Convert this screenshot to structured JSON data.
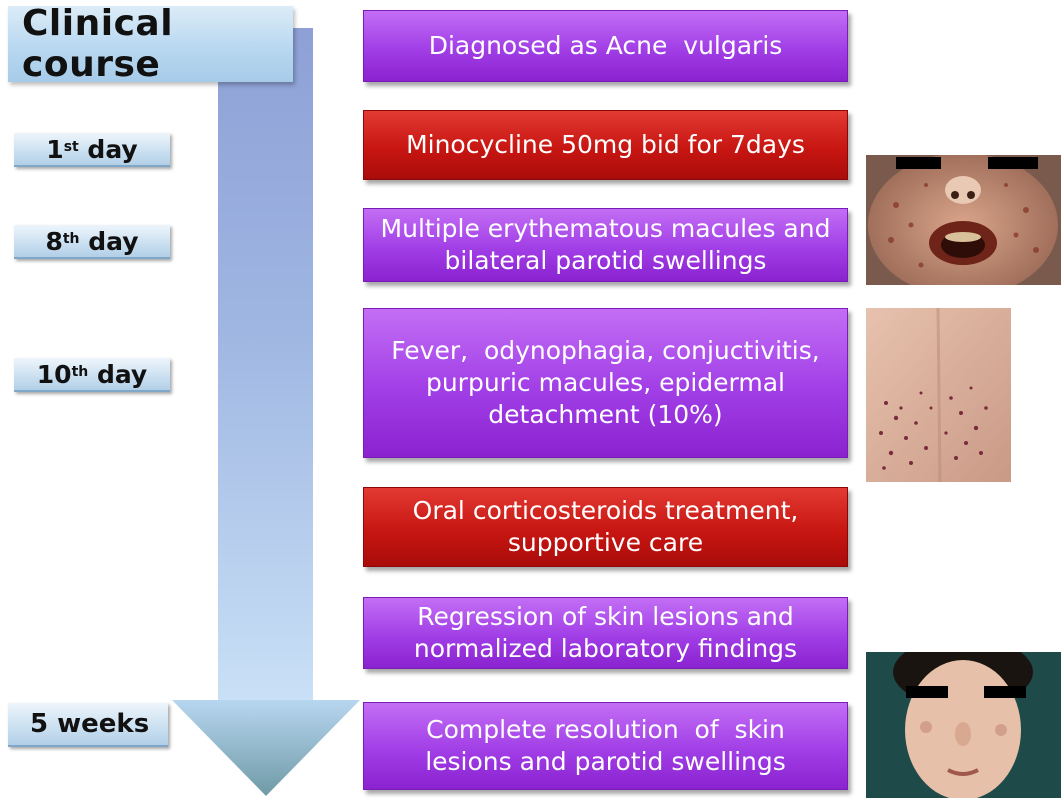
{
  "title": "Clinical course",
  "timeline": {
    "labels": [
      {
        "base": "1",
        "sup": "st",
        "rest": " day"
      },
      {
        "base": "8",
        "sup": "th",
        "rest": " day"
      },
      {
        "base": "10",
        "sup": "th",
        "rest": " day"
      },
      {
        "base": "5 weeks",
        "sup": "",
        "rest": ""
      }
    ]
  },
  "events": [
    {
      "lines": [
        "Diagnosed as Acne  vulgaris"
      ],
      "color": "purple"
    },
    {
      "lines": [
        "Minocycline 50mg bid for 7days"
      ],
      "color": "red"
    },
    {
      "lines": [
        "Multiple erythematous macules and",
        "bilateral parotid swellings"
      ],
      "color": "purple"
    },
    {
      "lines": [
        "Fever,  odynophagia, conjuctivitis,",
        "purpuric macules, epidermal",
        "detachment (10%)"
      ],
      "color": "purple"
    },
    {
      "lines": [
        "Oral corticosteroids treatment,",
        "supportive care"
      ],
      "color": "red"
    },
    {
      "lines": [
        "Regression of skin lesions and",
        "normalized laboratory findings"
      ],
      "color": "purple"
    },
    {
      "lines": [
        "Complete resolution  of  skin",
        "lesions and parotid swellings"
      ],
      "color": "purple"
    }
  ],
  "colors": {
    "purple": "#a13ee6",
    "red": "#c81612",
    "arrow": "#9fbfe3"
  },
  "photos": [
    "patient-face-lesions-photo",
    "patient-back-purpura-photo",
    "patient-face-resolved-photo"
  ]
}
